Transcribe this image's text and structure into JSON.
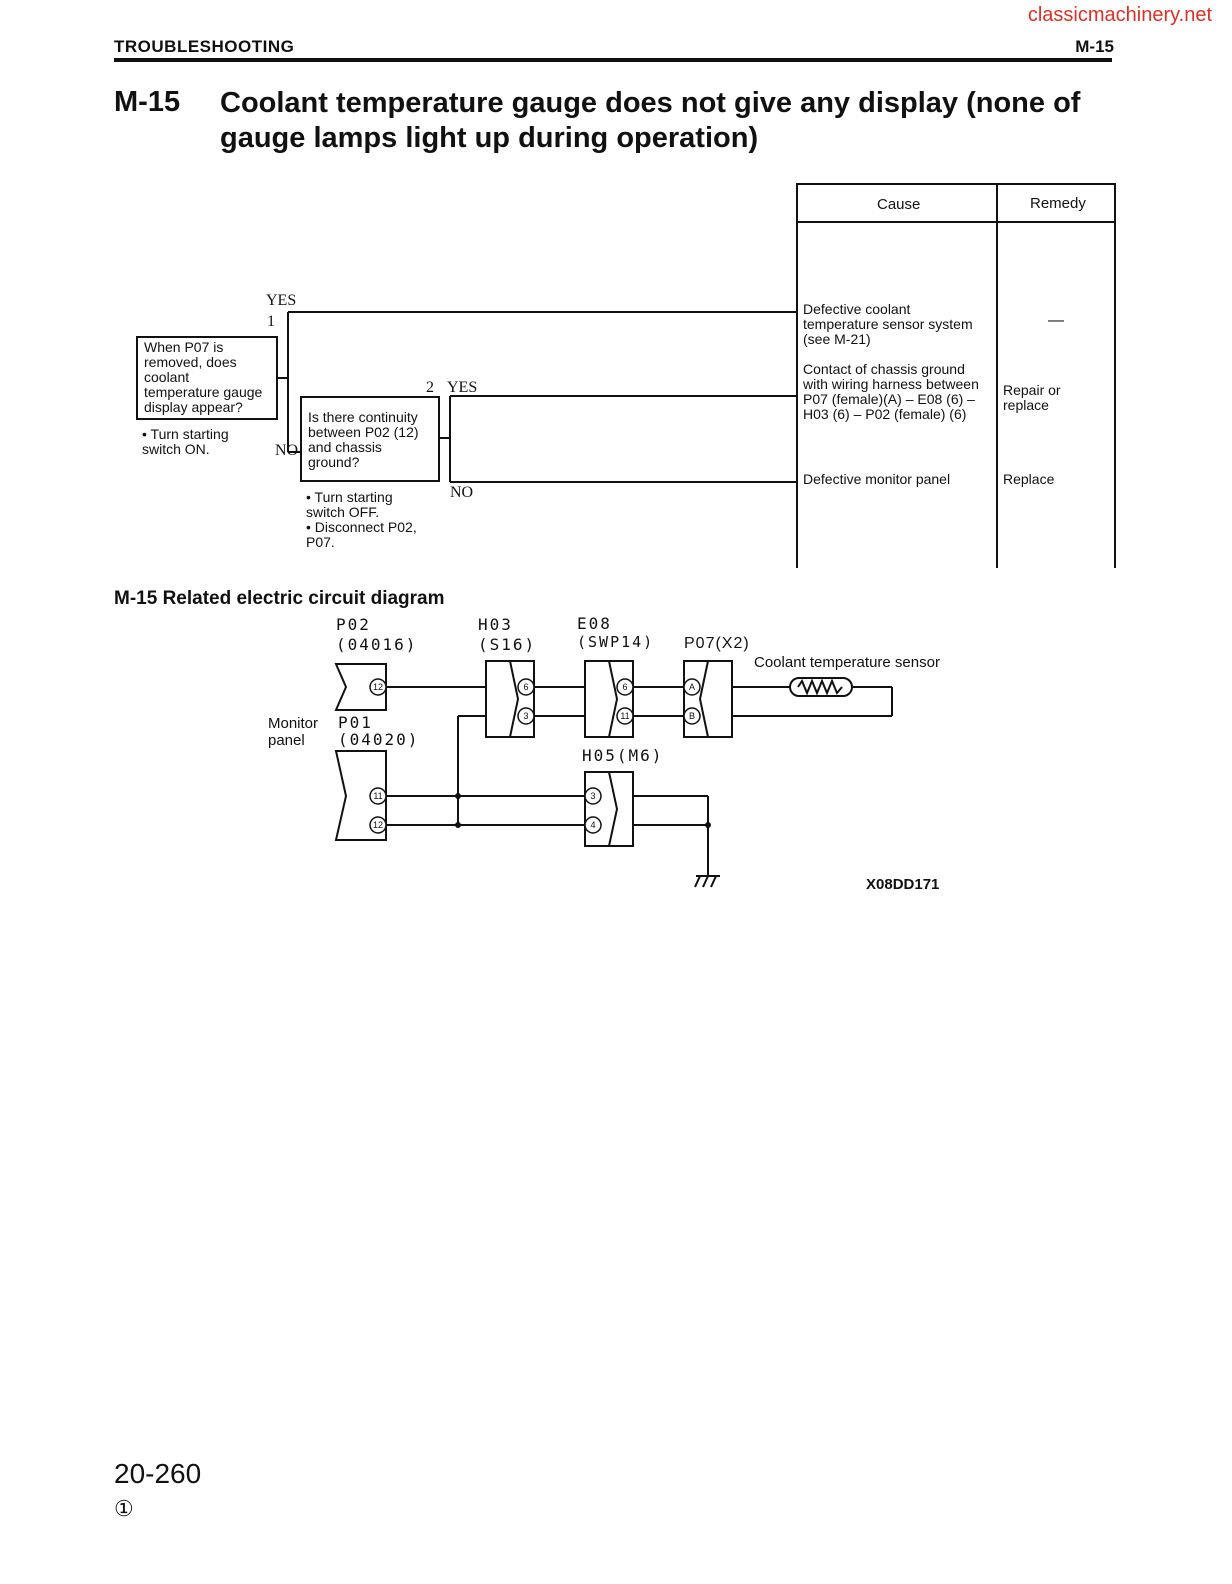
{
  "watermark": "classicmachinery.net",
  "header": {
    "section": "TROUBLESHOOTING",
    "code": "M-15"
  },
  "title": {
    "code": "M-15",
    "text": "Coolant temperature gauge does not give any display (none of gauge lamps light up during operation)"
  },
  "table": {
    "cause_header": "Cause",
    "remedy_header": "Remedy",
    "rows": [
      {
        "cause": "Defective coolant\ntemperature sensor system\n(see M-21)",
        "remedy": "—"
      },
      {
        "cause": "Contact of chassis ground\nwith wiring harness between\nP07 (female)(A) – E08 (6) –\nH03 (6) – P02 (female) (6)",
        "remedy": "Repair or\nreplace"
      },
      {
        "cause": "Defective monitor panel",
        "remedy": "Replace"
      }
    ]
  },
  "flow": {
    "yes": "YES",
    "no": "NO",
    "step1_num": "1",
    "step2_num": "2",
    "q1": "When P07 is\nremoved, does\ncoolant\ntemperature gauge\ndisplay appear?",
    "q1_note": "• Turn starting\n   switch ON.",
    "q2": "Is there continuity\nbetween P02 (12)\nand chassis\nground?",
    "q2_note1": "• Turn starting\n   switch OFF.",
    "q2_note2": "• Disconnect P02,\n   P07."
  },
  "circuit": {
    "subtitle": "M-15 Related electric circuit diagram",
    "p02": "P02",
    "p02_type": "(04016)",
    "h03": "H03",
    "h03_type": "(S16)",
    "e08": "E08",
    "e08_type": "(SWP14)",
    "p07": "P07(X2)",
    "sensor": "Coolant temperature sensor",
    "monitor": "Monitor\npanel",
    "p01": "P01",
    "p01_type": "(04020)",
    "h05": "H05(M6)",
    "pins": {
      "p02_12": "12",
      "h03_6": "6",
      "h03_3": "3",
      "e08_6": "6",
      "e08_11": "11",
      "p07_a": "A",
      "p07_b": "B",
      "p01_11": "11",
      "p01_12": "12",
      "h05_3": "3",
      "h05_4": "4"
    },
    "figure_id": "X08DD171"
  },
  "footer": {
    "page": "20-260",
    "revision": "①"
  }
}
